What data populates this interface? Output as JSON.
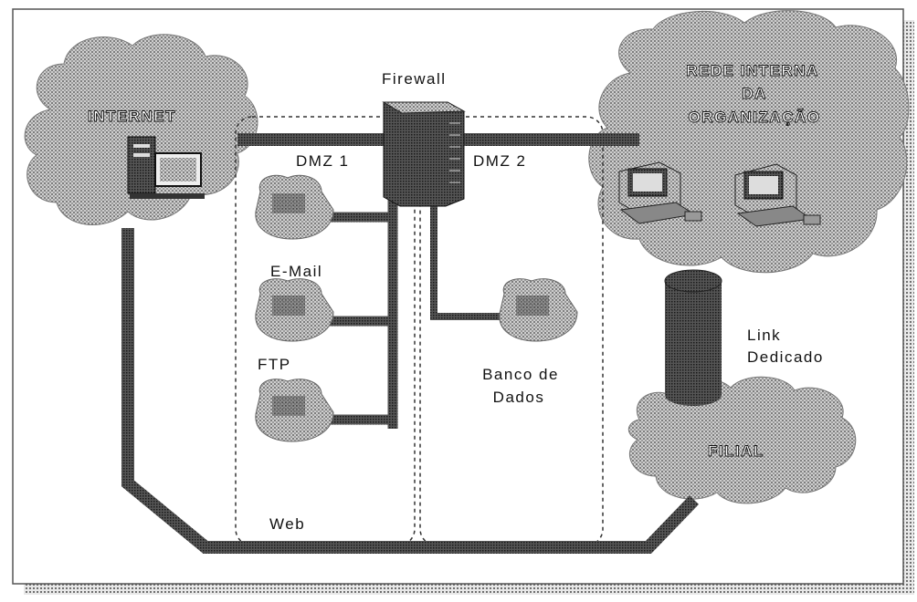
{
  "labels": {
    "internet": "INTERNET",
    "firewall": "Firewall",
    "dmz1": "DMZ 1",
    "dmz2": "DMZ 2",
    "rede_line1": "REDE INTERNA",
    "rede_line2": "DA",
    "rede_line3": "ORGANIZAÇÃO",
    "email": "E-Mail",
    "ftp": "FTP",
    "web": "Web",
    "banco_line1": "Banco de",
    "banco_line2": "Dados",
    "link_line1": "Link",
    "link_line2": "Dedicado",
    "filial": "FILIAL"
  },
  "colors": {
    "cable": "#3a3a3a",
    "cloud_fill": "#b8b8b8",
    "frame": "#555555",
    "shadow": "#9a9a9a",
    "device": "#8a8a8a"
  }
}
